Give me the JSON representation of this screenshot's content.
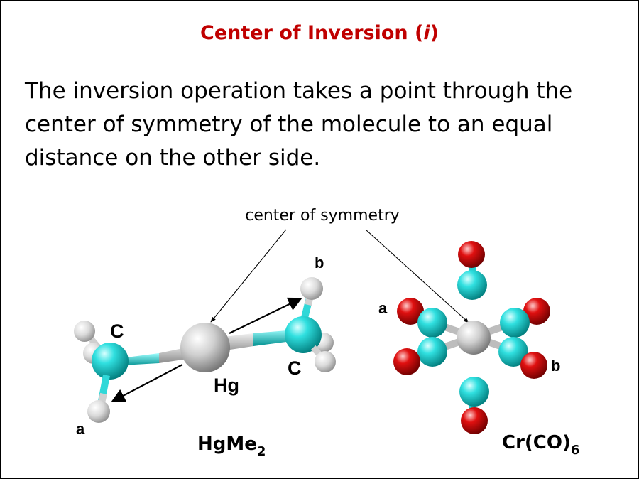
{
  "title": {
    "main": "Center of Inversion (",
    "symbol": "i",
    "close": ")"
  },
  "body_text": "The inversion operation takes a point through the center of symmetry of the molecule to an equal distance on the other side.",
  "center_label": "center of symmetry",
  "hgme2": {
    "label_hg": "Hg",
    "label_c_left": "C",
    "label_c_right": "C",
    "label_a": "a",
    "label_b": "b",
    "formula_main": "HgMe",
    "formula_sub": "2"
  },
  "crco6": {
    "label_a": "a",
    "label_b": "b",
    "formula_main": "Cr(CO)",
    "formula_sub": "6"
  },
  "colors": {
    "title": "#c00000",
    "carbon": "#00c8c8",
    "oxygen": "#cc0000",
    "metal": "#c8c8c8",
    "hydrogen": "#d8d8d8"
  }
}
